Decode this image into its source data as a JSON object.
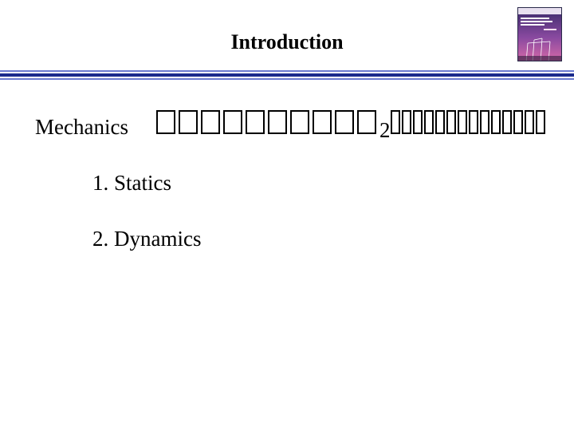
{
  "slide": {
    "title": "Introduction",
    "intro_label": "Mechanics",
    "glyph_marker": "2",
    "items": [
      "1. Statics",
      "2. Dynamics"
    ]
  },
  "colors": {
    "rule_blue": "#1a2a8c",
    "rule_light": "#6a7ad0",
    "cover_purple": "#5a3a8a",
    "cover_pink": "#c85aa8"
  },
  "icons": {
    "unrendered_glyph": "missing-glyph-box",
    "cover": "textbook-cover-image"
  }
}
